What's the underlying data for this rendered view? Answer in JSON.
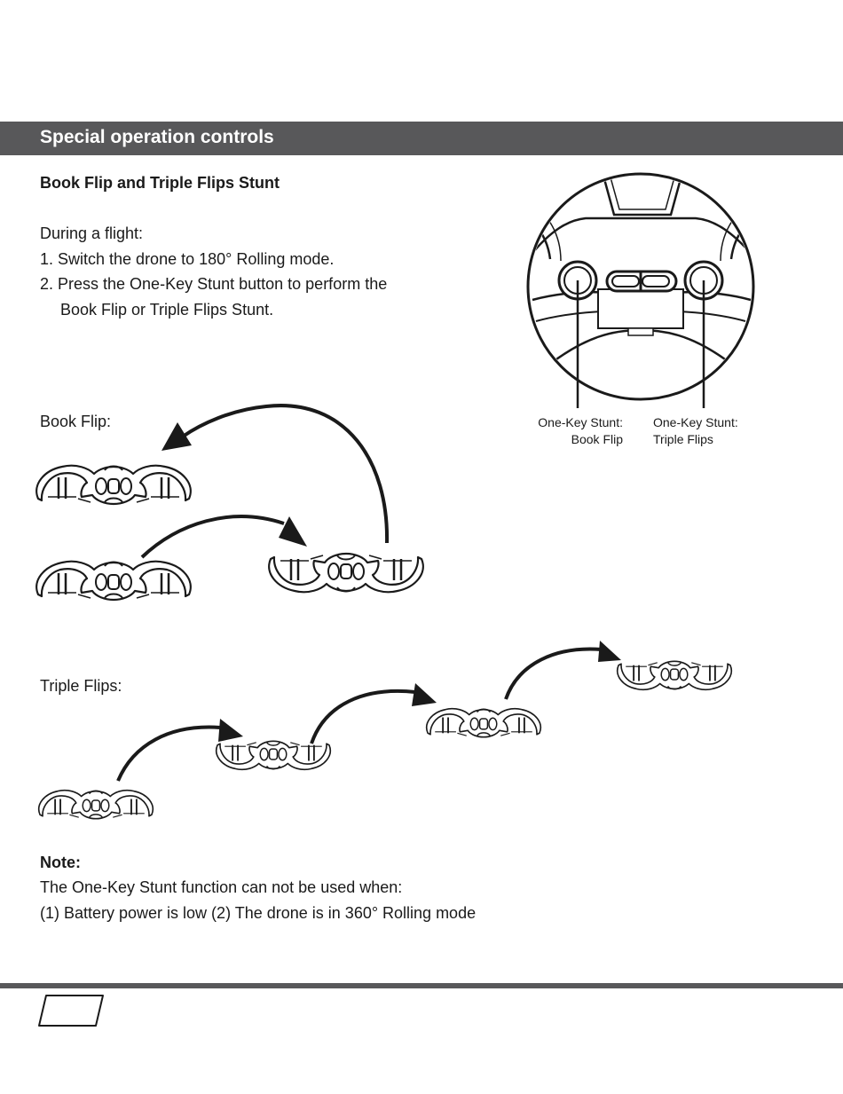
{
  "header": {
    "title": "Special operation controls"
  },
  "section": {
    "heading": "Book Flip and Triple Flips Stunt",
    "intro": "During a flight:",
    "steps": [
      "1. Switch the drone to 180° Rolling mode.",
      "2. Press the One-Key Stunt button to perform the",
      "Book Flip or Triple Flips Stunt."
    ]
  },
  "controller": {
    "callout_left": [
      "One-Key Stunt:",
      "Book Flip"
    ],
    "callout_right": [
      "One-Key Stunt:",
      "Triple Flips"
    ]
  },
  "diagrams": {
    "book_flip_label": "Book Flip:",
    "triple_flips_label": "Triple Flips:"
  },
  "note": {
    "title": "Note:",
    "line1": "The One-Key Stunt function can not be used when:",
    "line2": "(1) Battery power is low (2) The drone is in 360° Rolling mode"
  }
}
